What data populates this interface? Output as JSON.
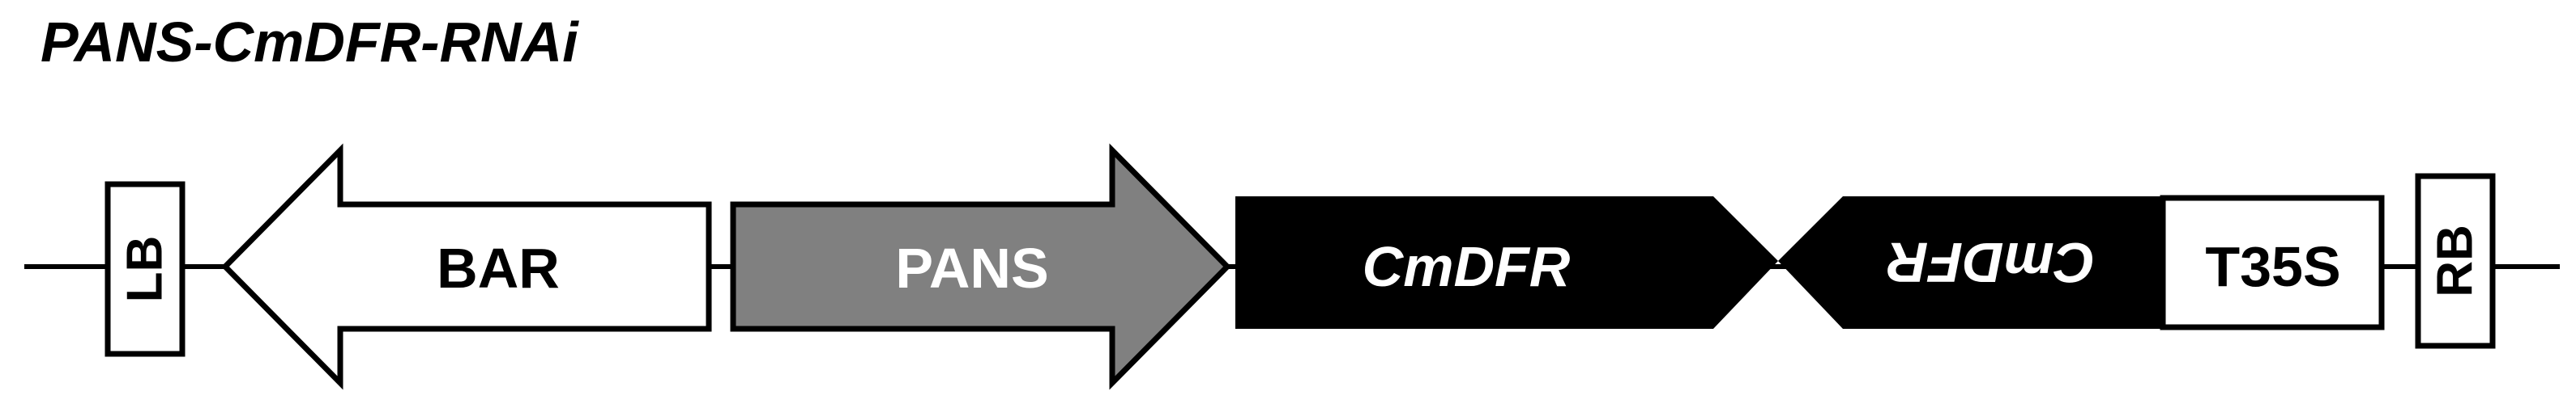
{
  "title": "PANS-CmDFR-RNAi",
  "elements": [
    {
      "id": "lb",
      "label": "LB",
      "shape": "border-box",
      "orientation": "vertical",
      "fill": "#ffffff"
    },
    {
      "id": "bar",
      "label": "BAR",
      "shape": "arrow",
      "direction": "left",
      "fill": "#ffffff"
    },
    {
      "id": "pans",
      "label": "PANS",
      "shape": "arrow",
      "direction": "right",
      "fill": "#808080"
    },
    {
      "id": "cmdfr-sense",
      "label": "CmDFR",
      "shape": "notched-block",
      "orientation": "forward",
      "fill": "#000000",
      "italic": true
    },
    {
      "id": "cmdfr-antisense",
      "label": "CmDFR",
      "shape": "notched-block",
      "orientation": "inverted",
      "fill": "#000000",
      "italic": true
    },
    {
      "id": "t35s",
      "label": "T35S",
      "shape": "box",
      "fill": "#ffffff"
    },
    {
      "id": "rb",
      "label": "RB",
      "shape": "border-box",
      "orientation": "vertical",
      "fill": "#ffffff"
    }
  ]
}
